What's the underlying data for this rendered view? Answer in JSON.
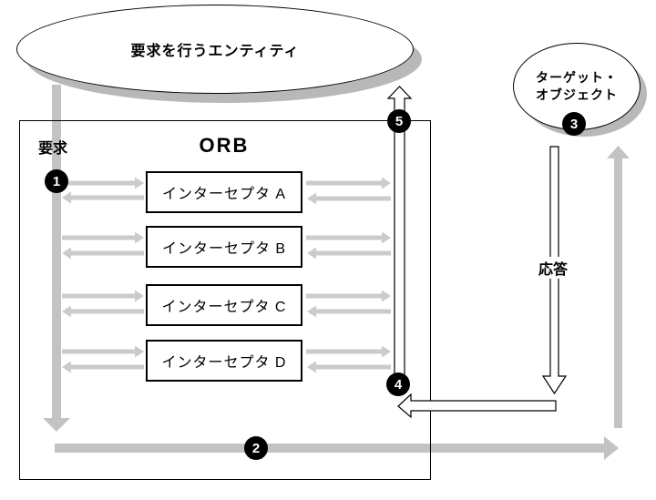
{
  "nodes": {
    "entity": "要求を行うエンティティ",
    "target_line1": "ターゲット・",
    "target_line2": "オブジェクト",
    "orb": "ORB"
  },
  "labels": {
    "request": "要求",
    "response": "応答"
  },
  "interceptors": [
    {
      "label": "インターセプタ A"
    },
    {
      "label": "インターセプタ B"
    },
    {
      "label": "インターセプタ C"
    },
    {
      "label": "インターセプタ D"
    }
  ],
  "steps": [
    {
      "n": "1"
    },
    {
      "n": "2"
    },
    {
      "n": "3"
    },
    {
      "n": "4"
    },
    {
      "n": "5"
    }
  ],
  "colors": {
    "flow_bar_gray": "#c3c3c3",
    "thin_arrow_gray": "#cbcbcb",
    "shadow_gray": "#b8b8b8",
    "node_outline": "#000000",
    "badge_bg": "#000000",
    "badge_text": "#ffffff"
  }
}
